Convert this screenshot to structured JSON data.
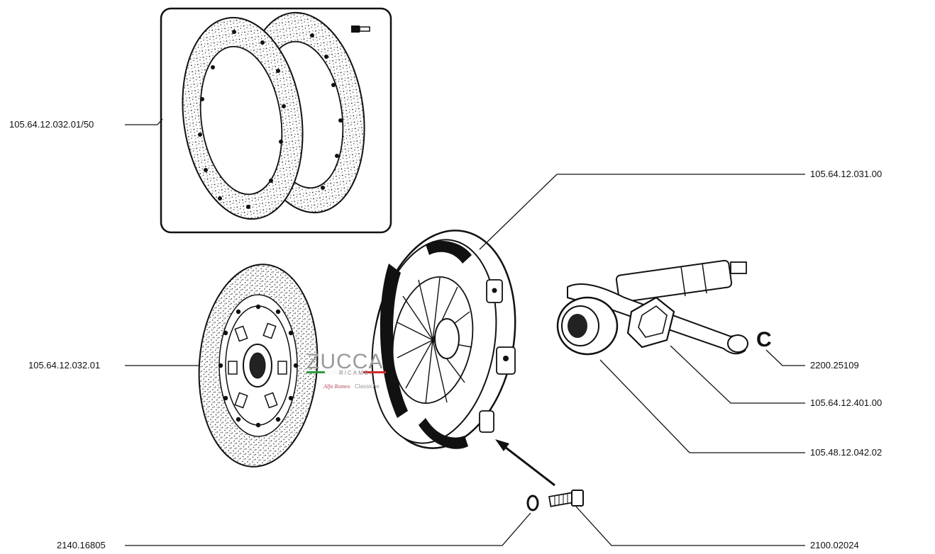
{
  "labels": {
    "lining_kit": "105.64.12.032.01/50",
    "pressure_plate": "105.64.12.031.00",
    "clutch_disc": "105.64.12.032.01",
    "clip": "2200.25109",
    "release_fork": "105.64.12.401.00",
    "release_bearing": "105.48.12.042.02",
    "washer": "2140.16805",
    "bolt": "2100.02024"
  },
  "watermark": {
    "brand": "ZUCCA",
    "sub": "RICAMBI",
    "tag": "Alfa Romeo",
    "tag2": "Classiche"
  },
  "colors": {
    "ink": "#111111",
    "paper": "#ffffff",
    "flag_green": "#2e9a3e",
    "flag_red": "#d22b2b"
  }
}
